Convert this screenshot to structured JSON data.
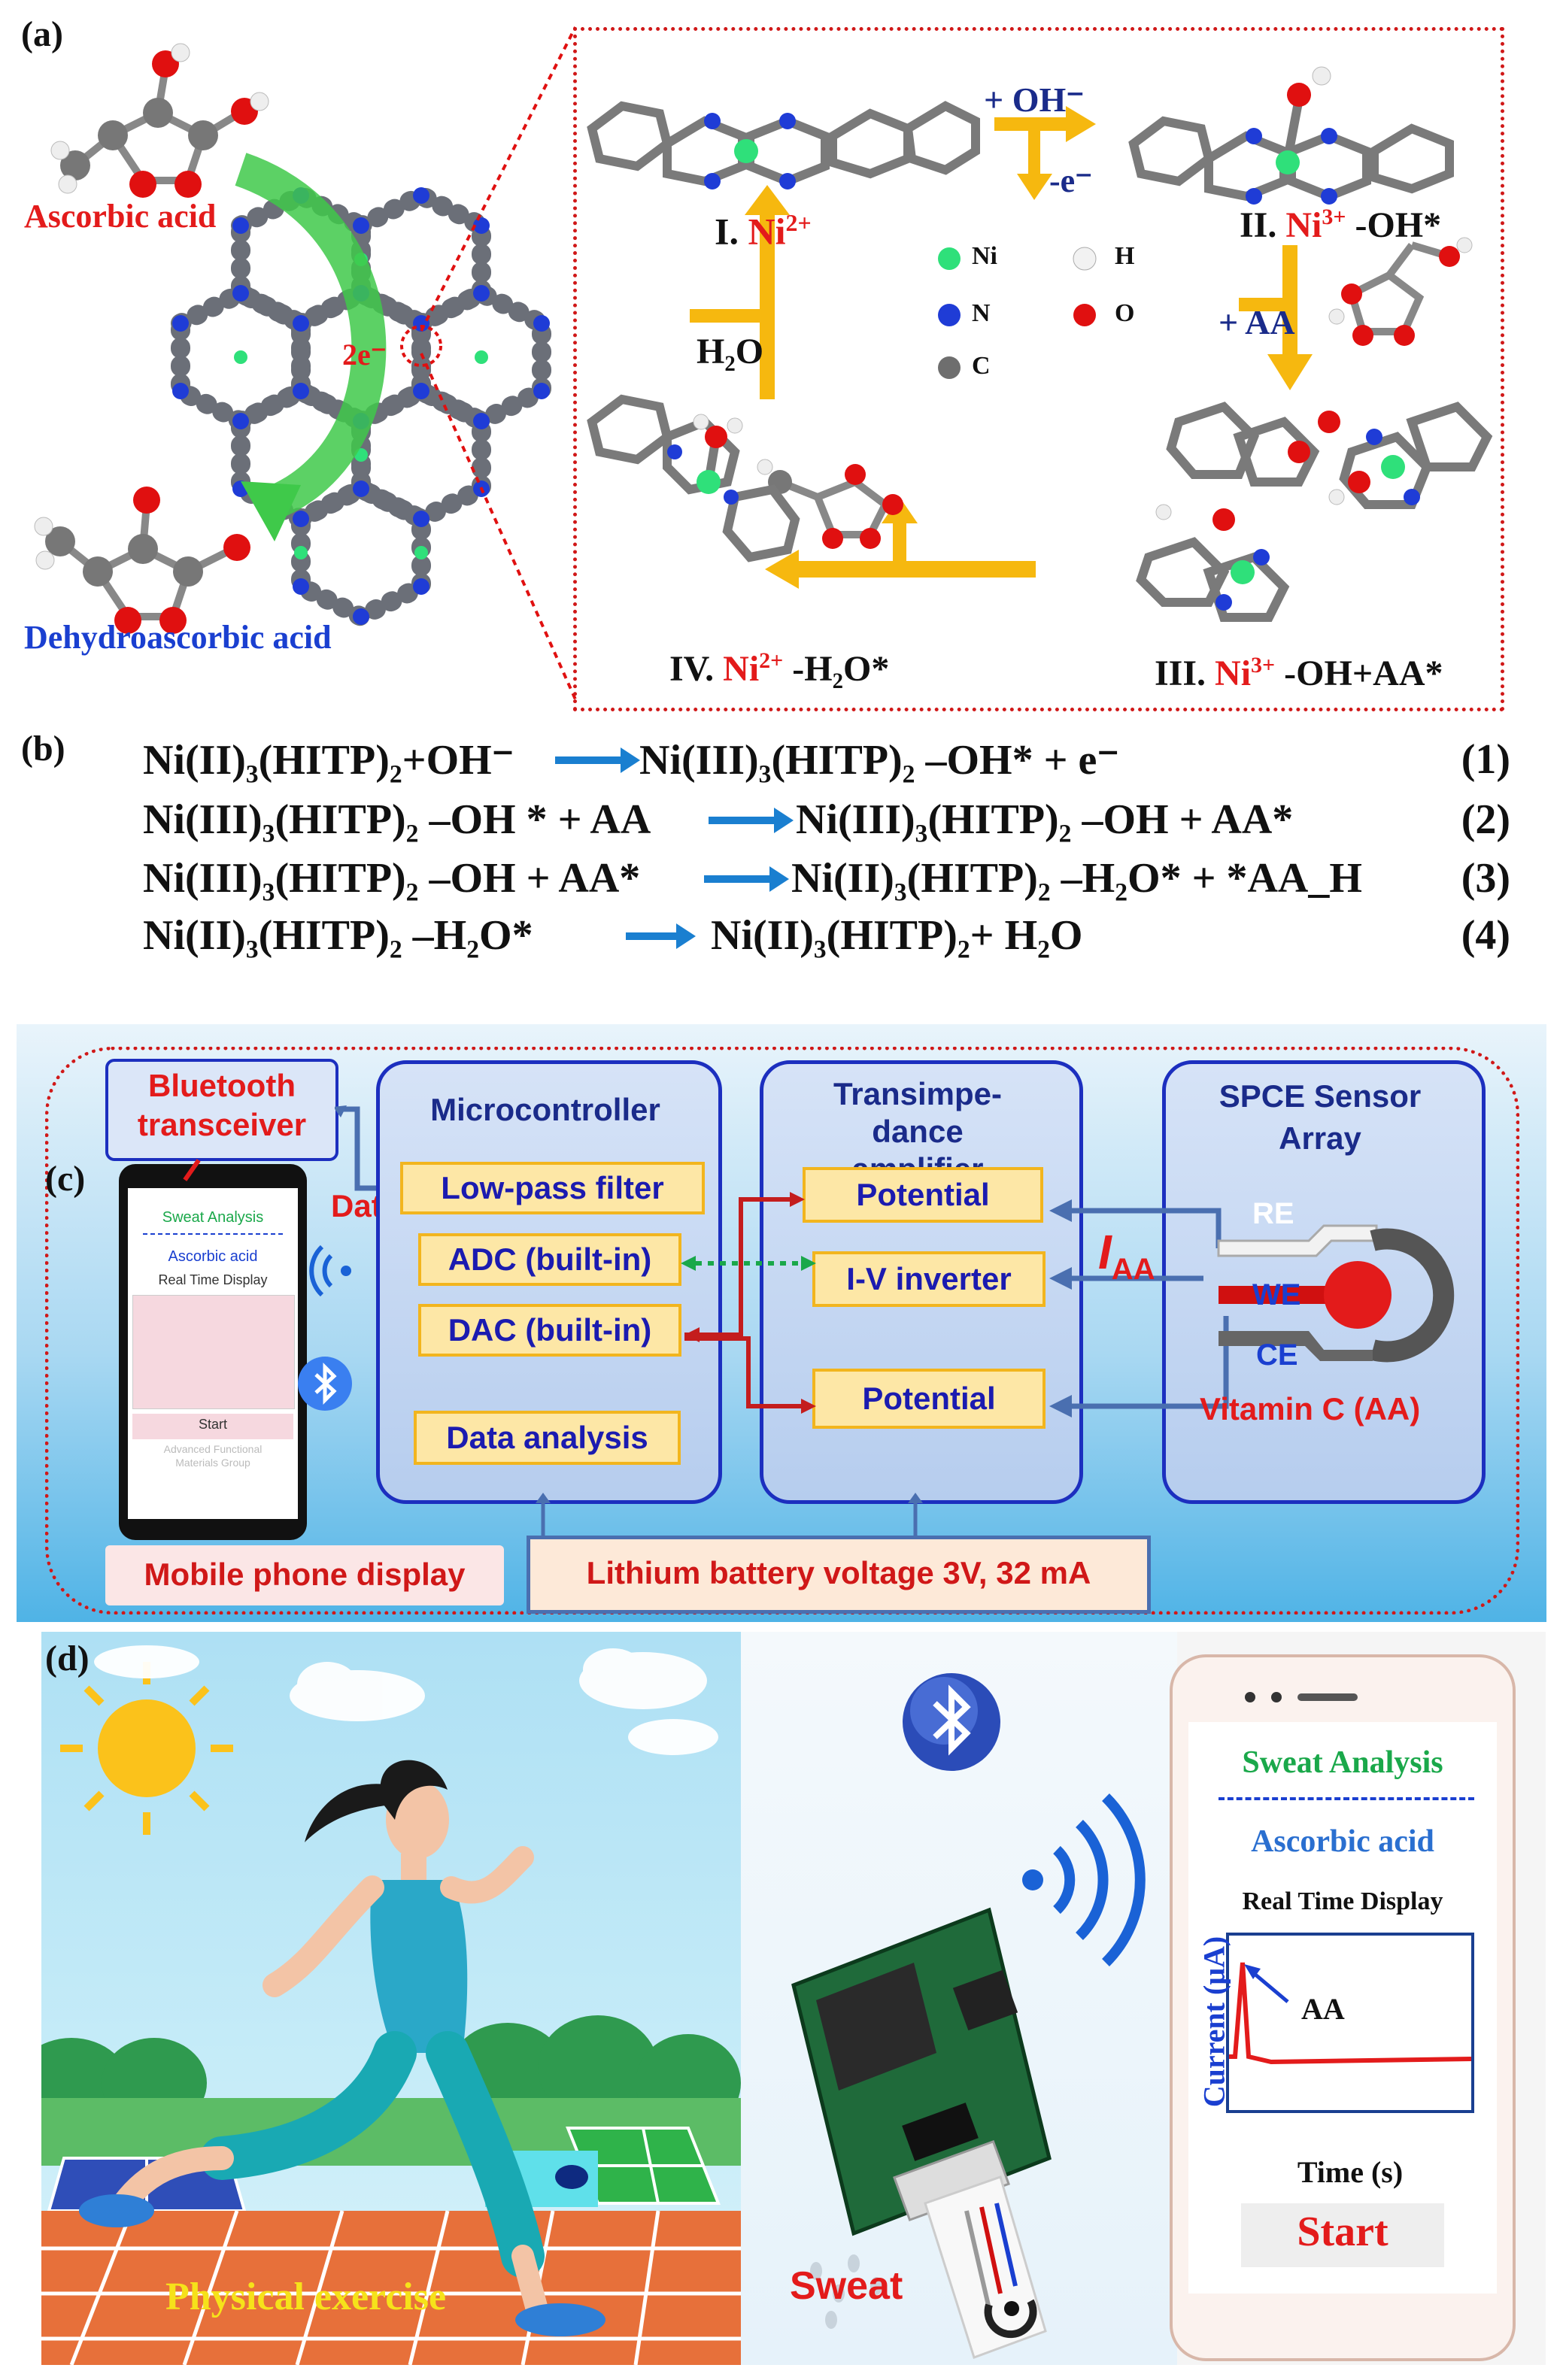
{
  "panel_a": {
    "label": "(a)",
    "ascorbic": "Ascorbic acid",
    "dehydro": "Dehydroascorbic acid",
    "electrons": "2e⁻",
    "steps": {
      "I_prefix": "I. ",
      "I_ion": "Ni",
      "I_sup": "2+",
      "II_prefix": "II. ",
      "II_ion": "Ni",
      "II_sup": "3+",
      "II_suffix": " -OH*",
      "III_prefix": "III. ",
      "III_ion": "Ni",
      "III_sup": "3+",
      "III_suffix": " -OH+AA*",
      "IV_prefix": "IV. ",
      "IV_ion": "Ni",
      "IV_sup": "2+",
      "IV_suffix": " -H₂O*"
    },
    "oh_in": "+ OH⁻",
    "e_out": "-e⁻",
    "aa_in": "+ AA",
    "h2o_out": "H₂O",
    "legend": [
      "Ni",
      "H",
      "N",
      "O",
      "C"
    ]
  },
  "panel_b": {
    "label": "(b)",
    "equations": [
      {
        "lhs": "Ni(II)₃(HITP)₂+OH⁻",
        "rhs": "Ni(III)₃(HITP)₂ –OH* + e⁻",
        "num": "(1)"
      },
      {
        "lhs": "Ni(III)₃(HITP)₂ –OH * + AA",
        "rhs": "Ni(III)₃(HITP)₂ –OH + AA*",
        "num": "(2)"
      },
      {
        "lhs": "Ni(III)₃(HITP)₂ –OH + AA*",
        "rhs": "Ni(II)₃(HITP)₂ –H₂O* + *AA_H",
        "num": "(3)"
      },
      {
        "lhs": "Ni(II)₃(HITP)₂ –H₂O*",
        "rhs": "Ni(II)₃(HITP)₂+ H₂O",
        "num": "(4)"
      }
    ]
  },
  "panel_c": {
    "label": "(c)",
    "bluetooth": "Bluetooth transceiver",
    "data": "Data",
    "microcontroller": "Microcontroller",
    "mc_items": [
      "Low-pass filter",
      "ADC (built-in)",
      "DAC (built-in)",
      "Data analysis"
    ],
    "tia": "Transimpe-dance amplifier",
    "tia_items": [
      "Potential",
      "I-V inverter",
      "Potential"
    ],
    "spce": "SPCE Sensor Array",
    "electrodes": [
      "RE",
      "WE",
      "CE"
    ],
    "current_label": "I",
    "current_sub": "AA",
    "vitamin": "Vitamin C (AA)",
    "battery": "Lithium battery voltage 3V, 32 mA",
    "mobile": "Mobile phone display",
    "phone": {
      "title": "Sweat Analysis",
      "analyte": "Ascorbic acid",
      "mode": "Real Time Display",
      "button": "Start",
      "footer": "Advanced Functional Materials Group"
    }
  },
  "panel_d": {
    "label": "(d)",
    "exercise": "Physical exercise",
    "sweat": "Sweat",
    "phone": {
      "title": "Sweat  Analysis",
      "analyte": "Ascorbic acid",
      "mode": "Real Time Display",
      "ylabel": "Current  (μA)",
      "xlabel": "Time (s)",
      "peak": "AA",
      "button": "Start"
    }
  },
  "colors": {
    "red": "#e31b1b",
    "blue": "#1a3fd0",
    "green": "#1aa84a",
    "yellow": "#f6b80f"
  }
}
